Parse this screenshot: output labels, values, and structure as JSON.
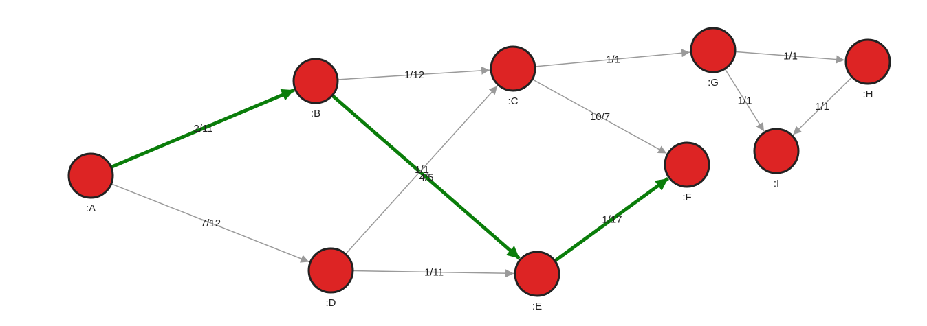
{
  "colors": {
    "node_fill": "#dd2424",
    "node_stroke": "#222222",
    "edge": "#9a9a9a",
    "highlight": "#0a7d0a"
  },
  "nodes": [
    {
      "id": "A",
      "label": ":A"
    },
    {
      "id": "B",
      "label": ":B"
    },
    {
      "id": "C",
      "label": ":C"
    },
    {
      "id": "D",
      "label": ":D"
    },
    {
      "id": "E",
      "label": ":E"
    },
    {
      "id": "F",
      "label": ":F"
    },
    {
      "id": "G",
      "label": ":G"
    },
    {
      "id": "H",
      "label": ":H"
    },
    {
      "id": "I",
      "label": ":I"
    }
  ],
  "edges": [
    {
      "from": "A",
      "to": "B",
      "label": "2/11",
      "highlighted": true
    },
    {
      "from": "A",
      "to": "D",
      "label": "7/12",
      "highlighted": false
    },
    {
      "from": "B",
      "to": "C",
      "label": "1/12",
      "highlighted": false
    },
    {
      "from": "B",
      "to": "E",
      "label": "4/5",
      "highlighted": true
    },
    {
      "from": "D",
      "to": "C",
      "label": "1/1",
      "highlighted": false
    },
    {
      "from": "D",
      "to": "E",
      "label": "1/11",
      "highlighted": false
    },
    {
      "from": "C",
      "to": "G",
      "label": "1/1",
      "highlighted": false
    },
    {
      "from": "C",
      "to": "F",
      "label": "10/7",
      "highlighted": false
    },
    {
      "from": "E",
      "to": "F",
      "label": "1/17",
      "highlighted": true
    },
    {
      "from": "G",
      "to": "H",
      "label": "1/1",
      "highlighted": false
    },
    {
      "from": "G",
      "to": "I",
      "label": "1/1",
      "highlighted": false
    },
    {
      "from": "H",
      "to": "I",
      "label": "1/1",
      "highlighted": false
    }
  ]
}
